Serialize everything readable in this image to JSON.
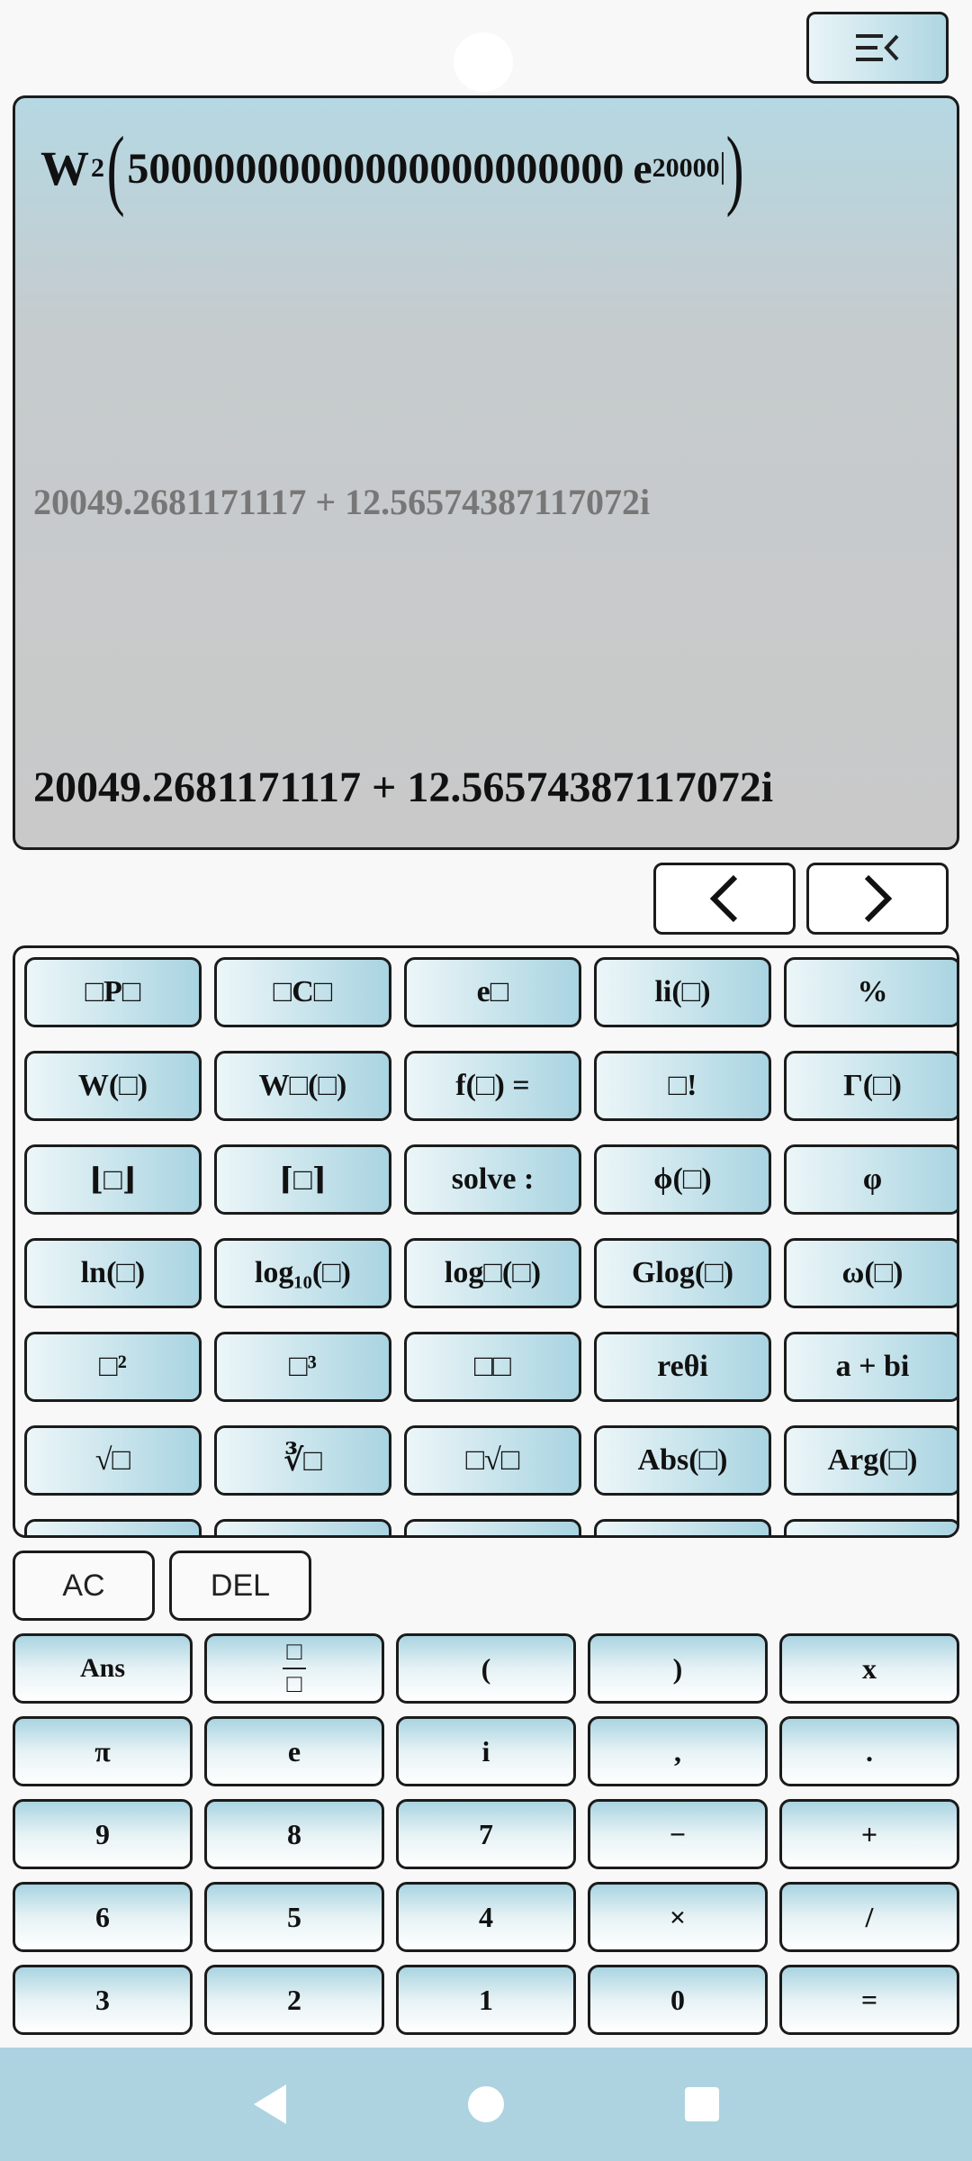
{
  "display": {
    "expression": {
      "fn": "W",
      "sub": "2",
      "number": "50000000000000000000000",
      "base": "e",
      "exponent": "20000"
    },
    "previous_result": "20049.2681171117 + 12.56574387117072i",
    "result": "20049.2681171117 + 12.56574387117072i"
  },
  "function_keys": [
    "□P□",
    "□C□",
    "e□",
    "li(□)",
    "%",
    "W(□)",
    "W□(□)",
    "f(□) =",
    "□!",
    "Γ(□)",
    "⌊□⌋",
    "⌈□⌉",
    "solve :",
    "ϕ(□)",
    "φ",
    "ln(□)",
    "log₁₀(□)",
    "log□(□)",
    "Glog(□)",
    "ω(□)",
    "□²",
    "□³",
    "□□",
    "reθi",
    "a + bi",
    "√□",
    "∛□",
    "□√□",
    "Abs(□)",
    "Arg(□)"
  ],
  "control_keys": {
    "ac": "AC",
    "del": "DEL"
  },
  "keypad": [
    "Ans",
    "□/□",
    "(",
    ")",
    "x",
    "π",
    "e",
    "i",
    ",",
    ".",
    "9",
    "8",
    "7",
    "−",
    "+",
    "6",
    "5",
    "4",
    "×",
    "/",
    "3",
    "2",
    "1",
    "0",
    "="
  ],
  "icons": {
    "menu": "menu-collapse-icon",
    "prev": "chevron-left-icon",
    "next": "chevron-right-icon",
    "back": "nav-back-icon",
    "home": "nav-home-icon",
    "recents": "nav-recents-icon"
  },
  "colors": {
    "accent": "#add3e1",
    "display_top": "#b5d8e3",
    "display_bottom": "#c9c9c9",
    "border": "#1b1b1b"
  }
}
